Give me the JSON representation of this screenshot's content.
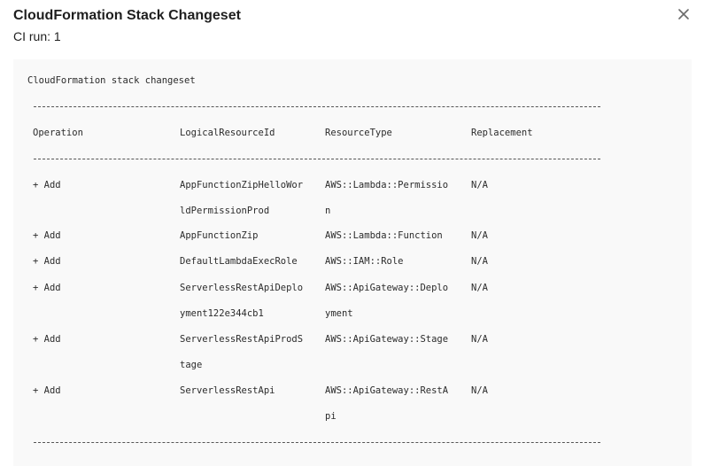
{
  "modal": {
    "title": "CloudFormation Stack Changeset",
    "subtitle": "CI run: 1",
    "close_icon": "close-icon"
  },
  "output": {
    "heading": "CloudFormation stack changeset",
    "columns": [
      "Operation",
      "LogicalResourceId",
      "ResourceType",
      "Replacement"
    ],
    "rows": [
      {
        "operation": "+ Add",
        "logical_id_lines": [
          "AppFunctionZipHelloWor",
          "ldPermissionProd"
        ],
        "resource_type_lines": [
          "AWS::Lambda::Permissio",
          "n"
        ],
        "replacement": "N/A"
      },
      {
        "operation": "+ Add",
        "logical_id_lines": [
          "AppFunctionZip"
        ],
        "resource_type_lines": [
          "AWS::Lambda::Function"
        ],
        "replacement": "N/A"
      },
      {
        "operation": "+ Add",
        "logical_id_lines": [
          "DefaultLambdaExecRole"
        ],
        "resource_type_lines": [
          "AWS::IAM::Role"
        ],
        "replacement": "N/A"
      },
      {
        "operation": "+ Add",
        "logical_id_lines": [
          "ServerlessRestApiDeplo",
          "yment122e344cb1"
        ],
        "resource_type_lines": [
          "AWS::ApiGateway::Deplo",
          "yment"
        ],
        "replacement": "N/A"
      },
      {
        "operation": "+ Add",
        "logical_id_lines": [
          "ServerlessRestApiProdS",
          "tage"
        ],
        "resource_type_lines": [
          "AWS::ApiGateway::Stage"
        ],
        "replacement": "N/A"
      },
      {
        "operation": "+ Add",
        "logical_id_lines": [
          "ServerlessRestApi"
        ],
        "resource_type_lines": [
          "AWS::ApiGateway::RestA",
          "pi"
        ],
        "replacement": "N/A"
      }
    ]
  }
}
